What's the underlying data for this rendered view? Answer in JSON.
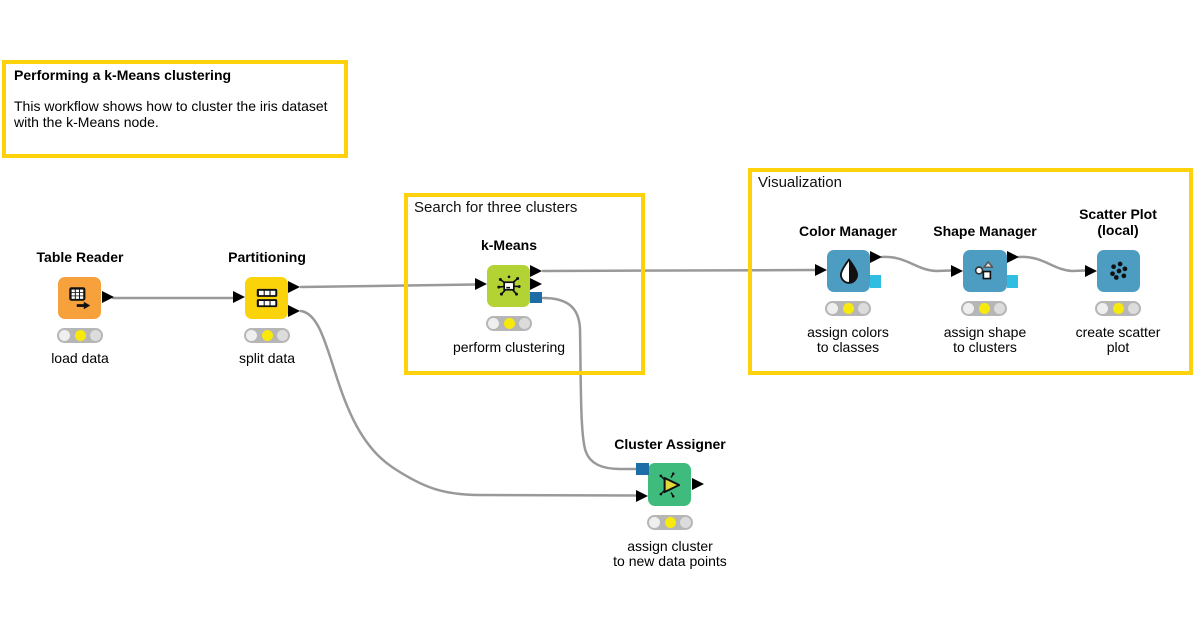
{
  "annotation": {
    "title": "Performing a k-Means clustering",
    "body": "This workflow shows how to cluster the iris dataset\nwith the k-Means node."
  },
  "groups": {
    "search": {
      "label": "Search for three clusters"
    },
    "visualization": {
      "label": "Visualization"
    }
  },
  "nodes": {
    "table_reader": {
      "title": "Table Reader",
      "label": "load data",
      "icon": "table-grid-arrow-icon",
      "color": "#f7a13c",
      "status": "configured"
    },
    "partitioning": {
      "title": "Partitioning",
      "label": "split data",
      "icon": "partition-rows-icon",
      "color": "#fbd30b",
      "status": "configured"
    },
    "kmeans": {
      "title": "k-Means",
      "label": "perform clustering",
      "icon": "cluster-burst-icon",
      "color": "#b3d234",
      "status": "configured"
    },
    "cluster_assigner": {
      "title": "Cluster Assigner",
      "label": "assign cluster\nto new data points",
      "icon": "predictor-triangle-icon",
      "color": "#3fbc7d",
      "status": "configured"
    },
    "color_manager": {
      "title": "Color Manager",
      "label": "assign colors\nto classes",
      "icon": "color-drop-icon",
      "color": "#4c9dc1",
      "status": "configured"
    },
    "shape_manager": {
      "title": "Shape Manager",
      "label": "assign shape\nto clusters",
      "icon": "shapes-icon",
      "color": "#4c9dc1",
      "status": "configured"
    },
    "scatter_plot": {
      "title": "Scatter Plot\n(local)",
      "label": "create scatter\nplot",
      "icon": "scatter-dots-icon",
      "color": "#4c9dc1",
      "status": "configured"
    }
  },
  "colors": {
    "annotation_border": "#fdd20a",
    "wire": "#999999",
    "data_port": "#000000",
    "model_port_blue": "#1d6ea7",
    "viewmodel_port_cyan": "#2fbee2",
    "traffic_body": "#b6b6b6",
    "traffic_yellow": "#f8e90c"
  }
}
